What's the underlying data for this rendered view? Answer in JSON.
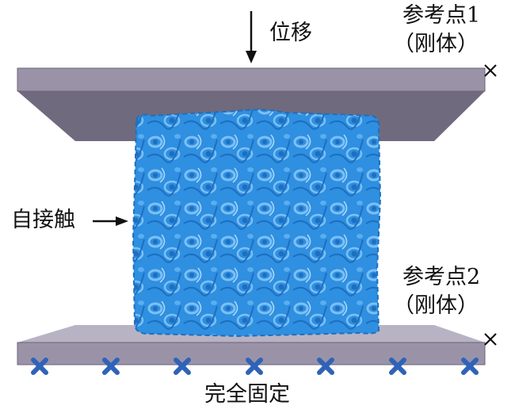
{
  "labels": {
    "displacement": "位移",
    "ref_point_1": "参考点1",
    "ref_point_1_sub": "（刚体）",
    "self_contact": "自接触",
    "ref_point_2": "参考点2",
    "ref_point_2_sub": "（刚体）",
    "fixed": "完全固定"
  },
  "colors": {
    "plate_front": "#9a93a8",
    "plate_top": "#b8b3c4",
    "plate_under": "#6f6a7d",
    "foam": "#2f8fe0",
    "foam_dark": "#1d6fc0",
    "foam_light": "#7cc0f5",
    "bc_marker": "#2f63b8",
    "text": "#111111"
  },
  "icons": {
    "ref_marker": "cross-icon",
    "fixed_marker": "x-icon",
    "load_arrow": "arrow-down-icon",
    "pointer_arrow": "arrow-right-icon"
  }
}
